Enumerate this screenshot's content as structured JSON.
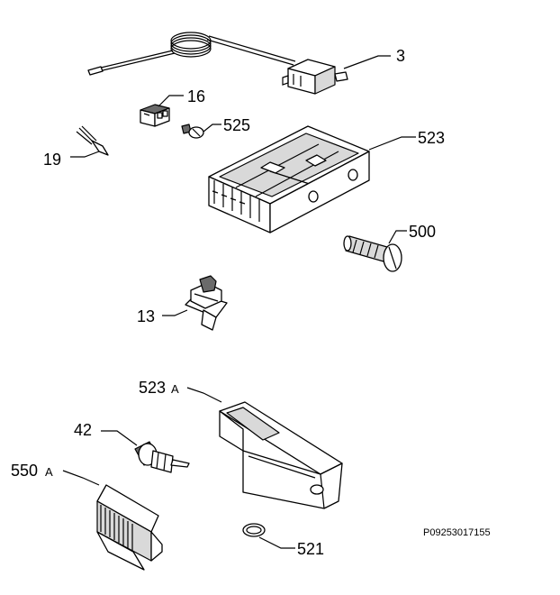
{
  "diagram": {
    "labels": {
      "l3": "3",
      "l16": "16",
      "l525": "525",
      "l19": "19",
      "l523": "523",
      "l500": "500",
      "l13": "13",
      "l523a_num": "523",
      "l523a_suffix": "A",
      "l42": "42",
      "l550a_num": "550",
      "l550a_suffix": "A",
      "l521": "521"
    },
    "code": "P09253017155"
  }
}
